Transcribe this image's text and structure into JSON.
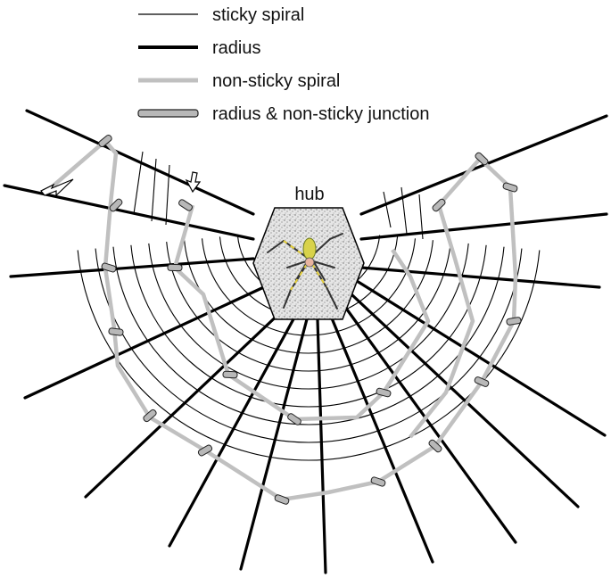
{
  "legend": {
    "items": [
      {
        "key": "sticky",
        "label": "sticky spiral",
        "color": "#000000"
      },
      {
        "key": "radius",
        "label": "radius",
        "color": "#000000"
      },
      {
        "key": "nonsticky",
        "label": "non-sticky spiral",
        "color": "#c0c0c0"
      },
      {
        "key": "junction",
        "label": "radius & non-sticky junction",
        "color": "#b8b8b8",
        "outline": "#222222"
      }
    ]
  },
  "hub": {
    "label": "hub",
    "fill_pattern": "speckled",
    "icon": "spider-icon"
  },
  "web": {
    "radius_color": "#000000",
    "sticky_color": "#000000",
    "nonsticky_color": "#c0c0c0"
  },
  "annotations": {
    "arrows": [
      "hollow-arrow",
      "hollow-arrow"
    ]
  }
}
